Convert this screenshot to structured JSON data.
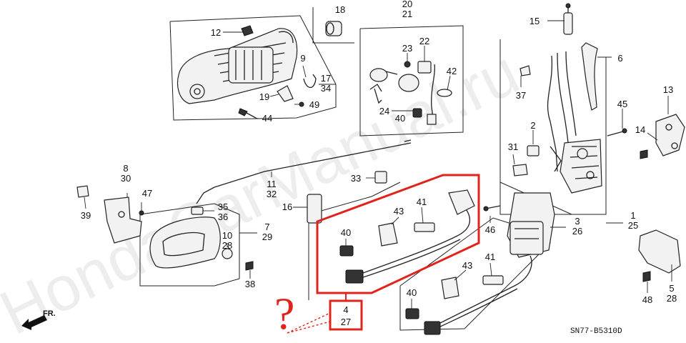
{
  "diagram": {
    "code": "SN77-B5310D",
    "direction_label": "FR.",
    "watermark": "HondaCarManual.ru",
    "question_mark": "?",
    "highlight_color": "#e0241c",
    "callouts": [
      {
        "id": "c18",
        "lines": [
          "18"
        ]
      },
      {
        "id": "c20-21",
        "lines": [
          "20",
          "21"
        ]
      },
      {
        "id": "c15",
        "lines": [
          "15"
        ]
      },
      {
        "id": "c12",
        "lines": [
          "12"
        ]
      },
      {
        "id": "c9",
        "lines": [
          "9"
        ]
      },
      {
        "id": "c17-34",
        "lines": [
          "17",
          "34"
        ]
      },
      {
        "id": "c19",
        "lines": [
          "19"
        ]
      },
      {
        "id": "c49",
        "lines": [
          "49"
        ]
      },
      {
        "id": "c44",
        "lines": [
          "44"
        ]
      },
      {
        "id": "c22",
        "lines": [
          "22"
        ]
      },
      {
        "id": "c23",
        "lines": [
          "23"
        ]
      },
      {
        "id": "c42",
        "lines": [
          "42"
        ]
      },
      {
        "id": "c24",
        "lines": [
          "24"
        ]
      },
      {
        "id": "c40-top",
        "lines": [
          "40"
        ]
      },
      {
        "id": "c6",
        "lines": [
          "6"
        ]
      },
      {
        "id": "c37",
        "lines": [
          "37"
        ]
      },
      {
        "id": "c13",
        "lines": [
          "13"
        ]
      },
      {
        "id": "c45",
        "lines": [
          "45"
        ]
      },
      {
        "id": "c14",
        "lines": [
          "14"
        ]
      },
      {
        "id": "c2",
        "lines": [
          "2"
        ]
      },
      {
        "id": "c31",
        "lines": [
          "31"
        ]
      },
      {
        "id": "c8-30",
        "lines": [
          "8",
          "30"
        ]
      },
      {
        "id": "c47",
        "lines": [
          "47"
        ]
      },
      {
        "id": "c39",
        "lines": [
          "39"
        ]
      },
      {
        "id": "c11-32",
        "lines": [
          "11",
          "32"
        ]
      },
      {
        "id": "c33",
        "lines": [
          "33"
        ]
      },
      {
        "id": "c16",
        "lines": [
          "16"
        ]
      },
      {
        "id": "c35-36",
        "lines": [
          "35",
          "36"
        ]
      },
      {
        "id": "c7-29",
        "lines": [
          "7",
          "29"
        ]
      },
      {
        "id": "c10-28",
        "lines": [
          "10",
          "28"
        ]
      },
      {
        "id": "c38",
        "lines": [
          "38"
        ]
      },
      {
        "id": "c40-mid",
        "lines": [
          "40"
        ]
      },
      {
        "id": "c43-mid",
        "lines": [
          "43"
        ]
      },
      {
        "id": "c41-mid",
        "lines": [
          "41"
        ]
      },
      {
        "id": "c46",
        "lines": [
          "46"
        ]
      },
      {
        "id": "c3-26",
        "lines": [
          "3",
          "26"
        ]
      },
      {
        "id": "c1-25",
        "lines": [
          "1",
          "25"
        ]
      },
      {
        "id": "c41-low",
        "lines": [
          "41"
        ]
      },
      {
        "id": "c43-low",
        "lines": [
          "43"
        ]
      },
      {
        "id": "c40-low",
        "lines": [
          "40"
        ]
      },
      {
        "id": "c48",
        "lines": [
          "48"
        ]
      },
      {
        "id": "c5-28",
        "lines": [
          "5",
          "28"
        ]
      }
    ],
    "highlighted_callout": {
      "lines": [
        "4",
        "27"
      ]
    }
  }
}
